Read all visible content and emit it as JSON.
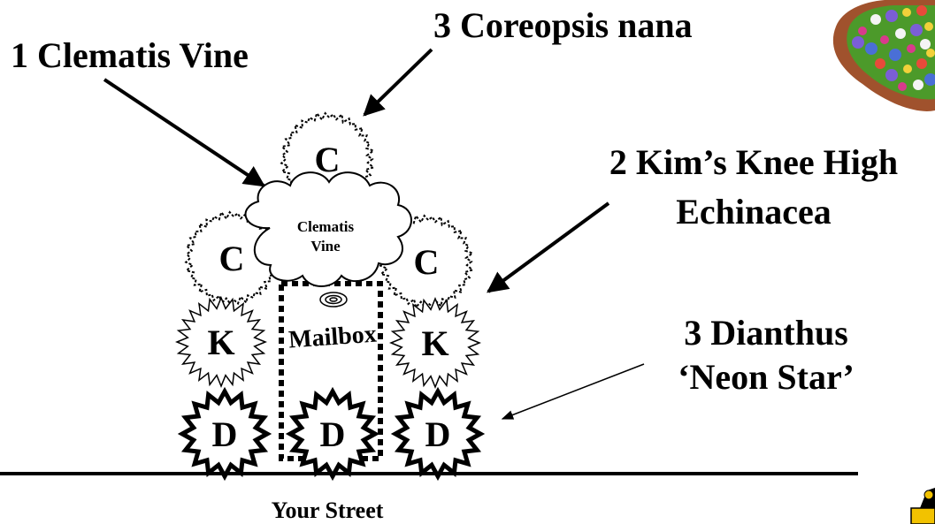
{
  "callouts": {
    "clematis": "1 Clematis Vine",
    "coreopsis": "3 Coreopsis nana",
    "echinacea_line1": "2 Kim’s Knee High",
    "echinacea_line2": "Echinacea",
    "dianthus_line1": "3 Dianthus",
    "dianthus_line2": "‘Neon Star’"
  },
  "plants": {
    "coreopsis_letter": "C",
    "echinacea_letter": "K",
    "dianthus_letter": "D",
    "clematis_line1": "Clematis",
    "clematis_line2": "Vine"
  },
  "mailbox": {
    "label": "Mailbox"
  },
  "street": {
    "label": "Your Street"
  },
  "colors": {
    "ink": "#000000",
    "background": "#ffffff",
    "bed_soil": "#a0522d",
    "bed_green": "#4c9a2a",
    "logo_yellow": "#f2c200"
  }
}
